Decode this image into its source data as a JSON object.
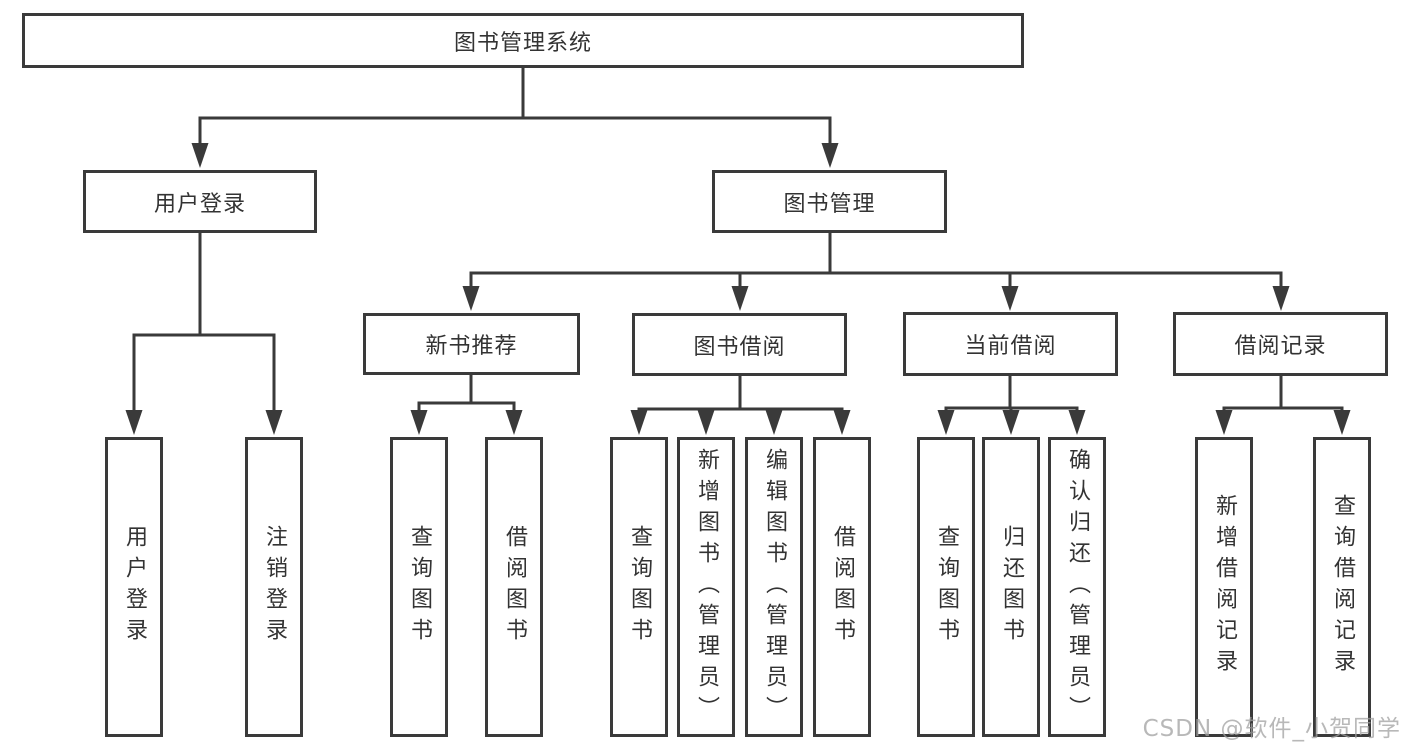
{
  "nodes": {
    "root": "图书管理系统",
    "level2": {
      "user_login": "用户登录",
      "book_mgmt": "图书管理"
    },
    "level3": {
      "new_book_rec": "新书推荐",
      "book_borrow": "图书借阅",
      "current_borrow": "当前借阅",
      "borrow_records": "借阅记录"
    },
    "leaves": {
      "user_login": "用户登录",
      "logout": "注销登录",
      "nb_query": "查询图书",
      "nb_borrow": "借阅图书",
      "bb_query": "查询图书",
      "bb_add": "新增图书（管理员）",
      "bb_edit": "编辑图书（管理员）",
      "bb_borrow": "借阅图书",
      "cb_query": "查询图书",
      "cb_return": "归还图书",
      "cb_confirm": "确认归还（管理员）",
      "br_add": "新增借阅记录",
      "br_query": "查询借阅记录"
    }
  },
  "hierarchy": {
    "图书管理系统": [
      "用户登录",
      "图书管理"
    ],
    "用户登录": [
      "用户登录",
      "注销登录"
    ],
    "图书管理": [
      "新书推荐",
      "图书借阅",
      "当前借阅",
      "借阅记录"
    ],
    "新书推荐": [
      "查询图书",
      "借阅图书"
    ],
    "图书借阅": [
      "查询图书",
      "新增图书（管理员）",
      "编辑图书（管理员）",
      "借阅图书"
    ],
    "当前借阅": [
      "查询图书",
      "归还图书",
      "确认归还（管理员）"
    ],
    "借阅记录": [
      "新增借阅记录",
      "查询借阅记录"
    ]
  },
  "colors": {
    "line": "#3a3a3a",
    "box_background": "#ffffff",
    "text": "#333333",
    "watermark": "#a0a0a0"
  },
  "watermark": {
    "text": "CSDN @软件_小贺同学"
  }
}
